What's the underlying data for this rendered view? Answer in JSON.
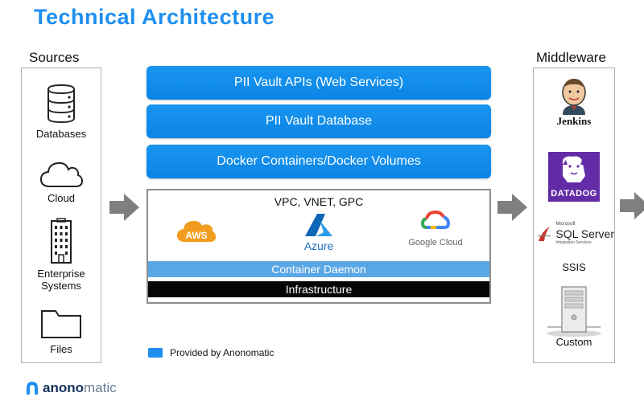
{
  "title": "Technical Architecture",
  "sources": {
    "label": "Sources",
    "items": [
      {
        "label": "Databases",
        "icon": "database-icon"
      },
      {
        "label": "Cloud",
        "icon": "cloud-icon"
      },
      {
        "label": "Enterprise\nSystems",
        "icon": "building-icon"
      },
      {
        "label": "Files",
        "icon": "folder-icon"
      }
    ]
  },
  "middleware": {
    "label": "Middleware",
    "items": [
      {
        "label": "Jenkins",
        "icon": "jenkins-logo-icon"
      },
      {
        "label": "DATADOG",
        "icon": "datadog-logo-icon"
      },
      {
        "label": "SQL Server",
        "icon": "sql-server-logo-icon",
        "brand": "Microsoft",
        "sub": "Integration Services"
      },
      {
        "label": "SSIS",
        "icon": ""
      },
      {
        "label": "Custom",
        "icon": "server-icon"
      }
    ]
  },
  "stack": {
    "apis": "PII Vault APIs (Web Services)",
    "database": "PII Vault Database",
    "docker": "Docker Containers/Docker Volumes",
    "cloud_label": "VPC,  VNET,  GPC",
    "providers": [
      {
        "name": "AWS",
        "icon": "aws-logo-icon"
      },
      {
        "name": "Azure",
        "icon": "azure-logo-icon"
      },
      {
        "name": "Google Cloud",
        "icon": "google-cloud-logo-icon"
      }
    ],
    "container_daemon": "Container Daemon",
    "infrastructure": "Infrastructure"
  },
  "legend": {
    "label": "Provided  by  Anonomatic",
    "color": "#1e8ff0"
  },
  "brand": {
    "name_bold": "anono",
    "name_light": "matic"
  },
  "colors": {
    "title": "#1e8ff0",
    "bar": "#0a84e6",
    "daemon": "#5aa7e6",
    "infra": "#050505",
    "arrow": "#7f7f7f"
  }
}
